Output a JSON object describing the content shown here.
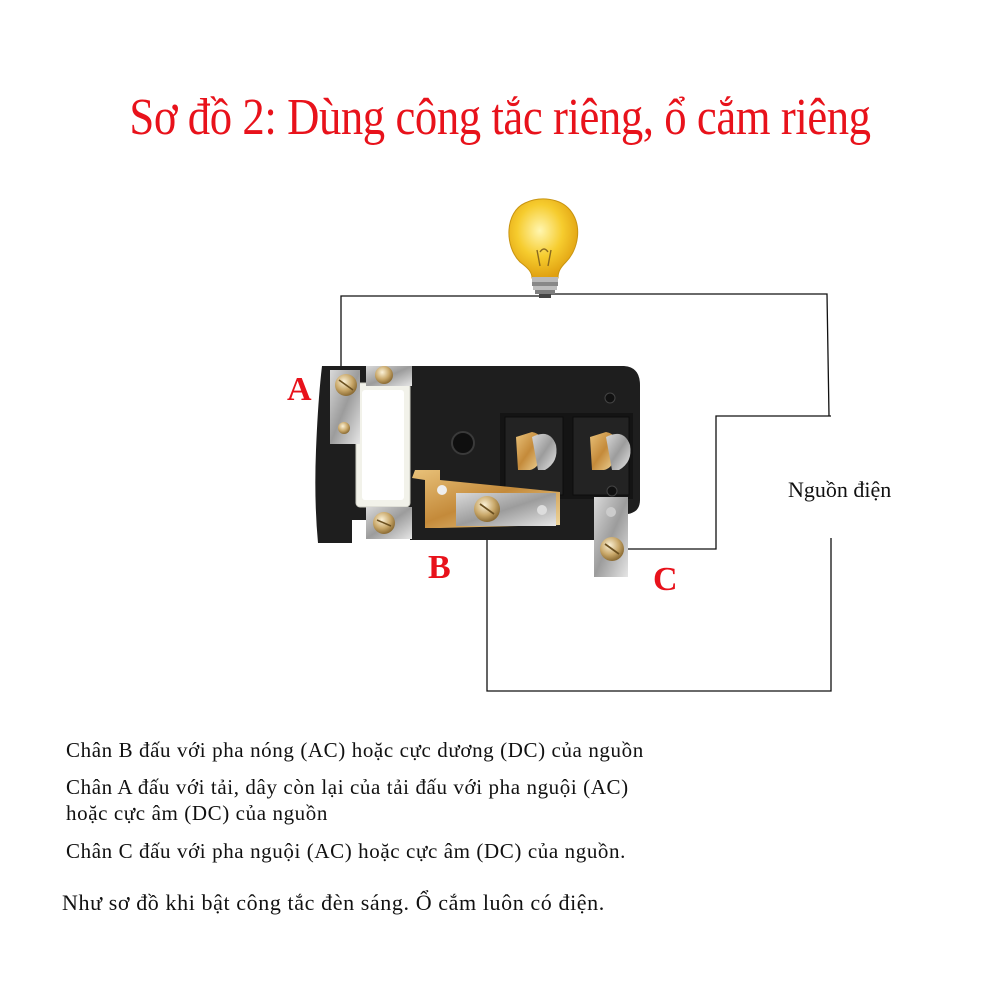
{
  "title": "Sơ đồ 2: Dùng công tắc riêng, ổ cắm riêng",
  "labels": {
    "a": "A",
    "b": "B",
    "c": "C",
    "power_source": "Nguồn điện"
  },
  "notes": {
    "line1": "Chân B đấu với pha nóng (AC) hoặc cực dương (DC) của nguồn",
    "line2": "Chân A đấu với tải, dây còn lại của tải đấu với pha nguội (AC)",
    "line3": "hoặc cực âm (DC) của nguồn",
    "line4": "Chân C đấu với pha nguội (AC) hoặc cực âm (DC) của nguồn.",
    "line5": "Như sơ đồ khi bật công tắc đèn sáng. Ổ cắm luôn có điện."
  },
  "colors": {
    "title": "#e8121b",
    "label": "#e8121b",
    "wire": "#111111",
    "body": "#1e1e1e",
    "bulb": "#f4c21c"
  },
  "icons": {
    "lamp": "light-bulb-icon"
  }
}
